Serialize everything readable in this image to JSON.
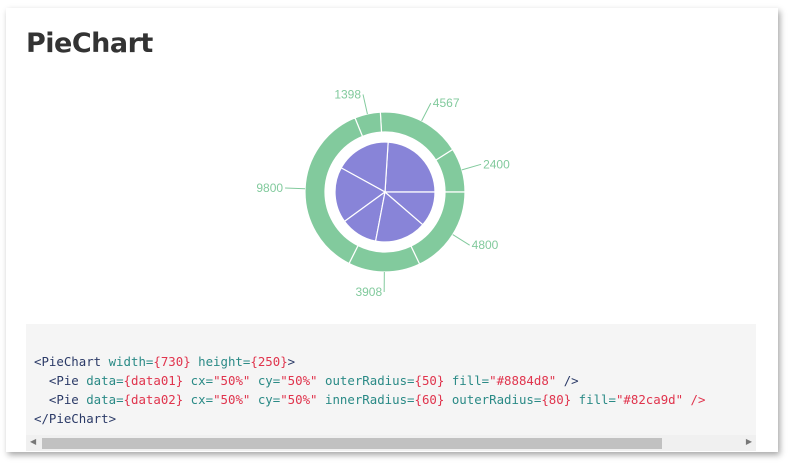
{
  "title": "PieChart",
  "chart_data": [
    {
      "type": "pie",
      "name": "data01",
      "values": [
        400,
        300,
        300,
        200,
        278,
        189
      ],
      "fill": "#8884d8",
      "labels_shown": false
    },
    {
      "type": "pie",
      "name": "data02",
      "values": [
        2400,
        4567,
        1398,
        9800,
        3908,
        4800
      ],
      "labels": [
        "2400",
        "4567",
        "1398",
        "9800",
        "3908",
        "4800"
      ],
      "fill": "#82ca9d",
      "donut": true
    }
  ],
  "code": {
    "line1": {
      "tag": "<PieChart",
      "a1": " width=",
      "v1": "{730}",
      "a2": " height=",
      "v2": "{250}",
      "end": ">"
    },
    "line2": {
      "tag": "  <Pie",
      "a1": " data=",
      "v1": "{data01}",
      "a2": " cx=",
      "v2": "\"50%\"",
      "a3": " cy=",
      "v3": "\"50%\"",
      "a4": " outerRadius=",
      "v4": "{50}",
      "a5": " fill=",
      "v5": "\"#8884d8\"",
      "end": " />"
    },
    "line3": {
      "tag": "  <Pie",
      "a1": " data=",
      "v1": "{data02}",
      "a2": " cx=",
      "v2": "\"50%\"",
      "a3": " cy=",
      "v3": "\"50%\"",
      "a4": " innerRadius=",
      "v4": "{60}",
      "a5": " outerRadius=",
      "v5": "{80}",
      "a6": " fill=",
      "v6": "\"#82ca9d\" />"
    },
    "line4": "</PieChart>"
  }
}
